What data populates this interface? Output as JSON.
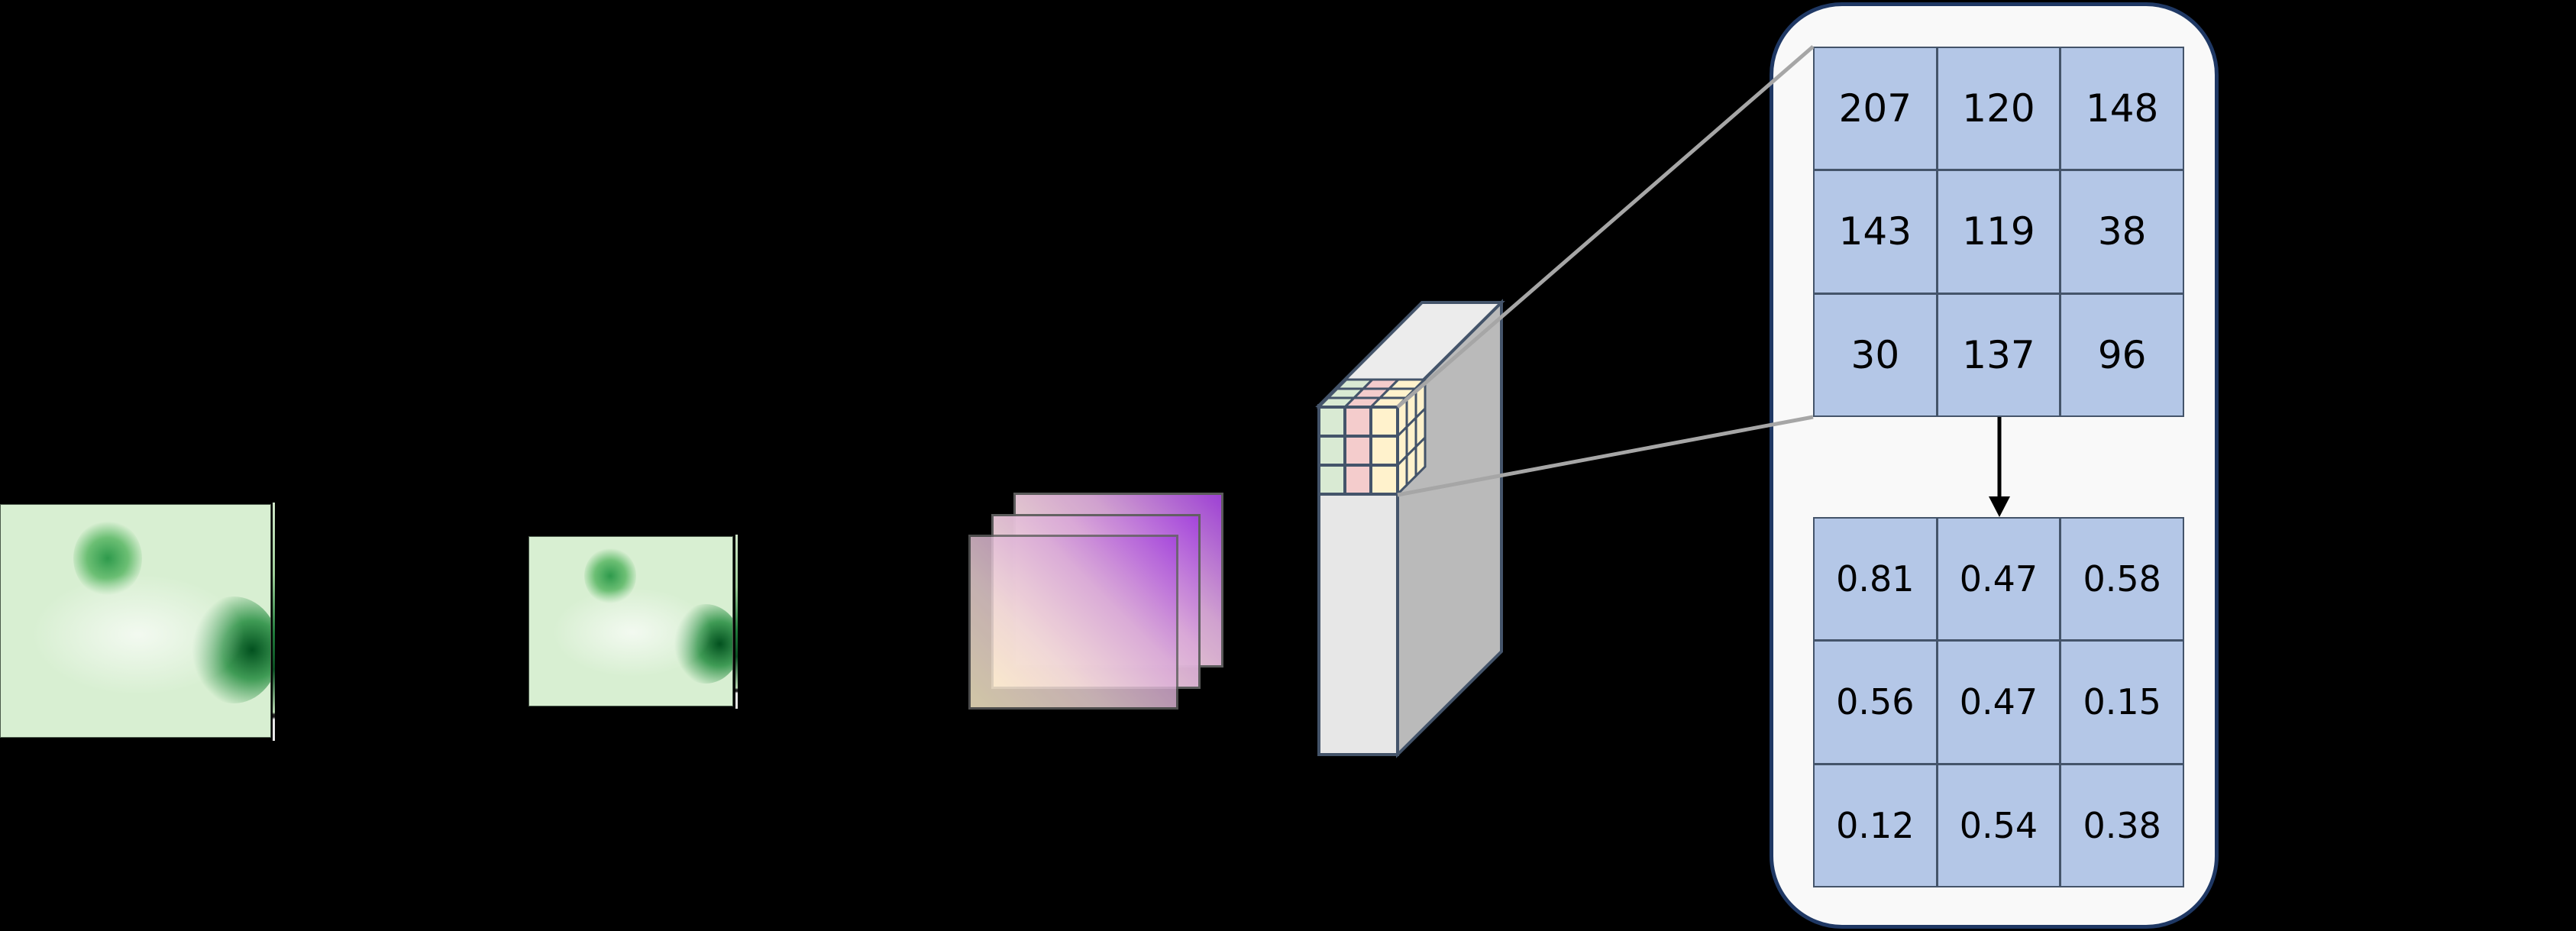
{
  "diagram": {
    "description": "Feature extraction pipeline: input heatmap, resized heatmap, stacked feature maps, 3D feature block with 3x3x3 kernel, raw 3x3 values, normalized 3x3 values",
    "background": "#000000",
    "stages": [
      {
        "id": "input-heatmap",
        "type": "heatmap",
        "colormap": "Greens"
      },
      {
        "id": "resized-heatmap",
        "type": "heatmap",
        "colormap": "Greens"
      },
      {
        "id": "feature-maps",
        "type": "stacked-layers",
        "count": 3,
        "gradient": [
          "#fff2cc",
          "#a444dd"
        ]
      },
      {
        "id": "feature-block",
        "type": "3d-block",
        "kernel_size": "3x3x3",
        "kernel_colors": [
          "#d9ead3",
          "#f4cccc",
          "#fff2cc"
        ]
      },
      {
        "id": "zoom-panel",
        "type": "matrix-panel"
      }
    ],
    "colors": {
      "matrix_cell": "#b4c7e7",
      "matrix_border": "#44546a",
      "panel_border": "#1f3864",
      "panel_fill": "#f9f9f9",
      "connector": "#a6a6a6",
      "block_front": "#e7e7e7",
      "block_top": "#ececec",
      "block_side": "#bababa"
    }
  },
  "raw_matrix": {
    "rows": [
      [
        "207",
        "120",
        "148"
      ],
      [
        "143",
        "119",
        "38"
      ],
      [
        "30",
        "137",
        "96"
      ]
    ]
  },
  "normalized_matrix": {
    "rows": [
      [
        "0.81",
        "0.47",
        "0.58"
      ],
      [
        "0.56",
        "0.47",
        "0.15"
      ],
      [
        "0.12",
        "0.54",
        "0.38"
      ]
    ]
  },
  "arrow": {
    "direction": "down",
    "from": "raw_matrix",
    "to": "normalized_matrix"
  }
}
